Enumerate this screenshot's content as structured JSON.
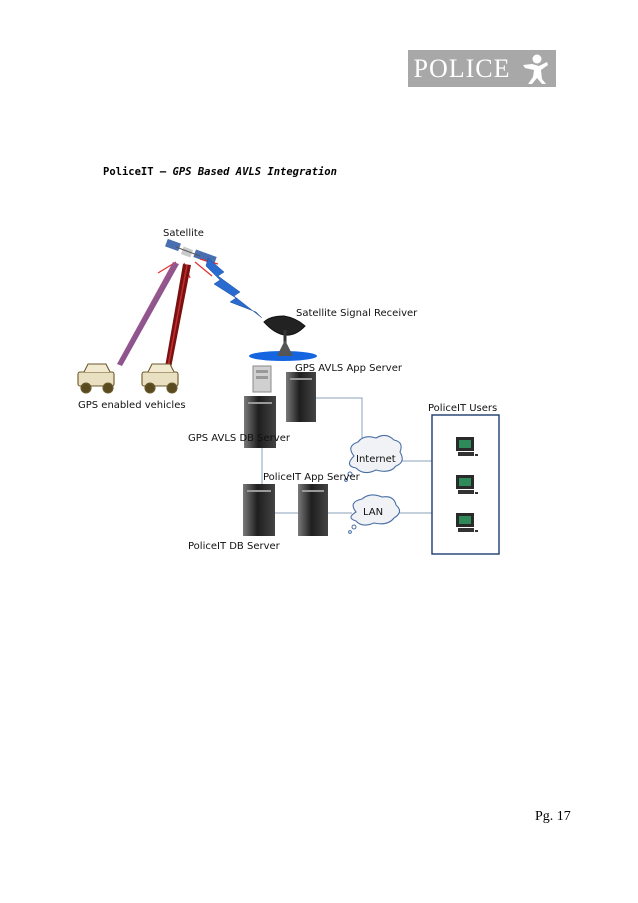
{
  "header": {
    "logo_text": "POLICE"
  },
  "title": {
    "prefix": "PoliceIT – ",
    "emphasis": "GPS Based AVLS Integration"
  },
  "diagram": {
    "labels": {
      "satellite": "Satellite",
      "receiver": "Satellite Signal Receiver",
      "app_server": "GPS AVLS App Server",
      "vehicles": "GPS enabled vehicles",
      "db_server": "GPS AVLS DB Server",
      "users": "PoliceIT Users",
      "internet": "Internet",
      "policeit_app": "PoliceIT App Server",
      "lan": "LAN",
      "policeit_db": "PoliceIT DB Server"
    }
  },
  "footer": {
    "page_number": "Pg. 17"
  }
}
